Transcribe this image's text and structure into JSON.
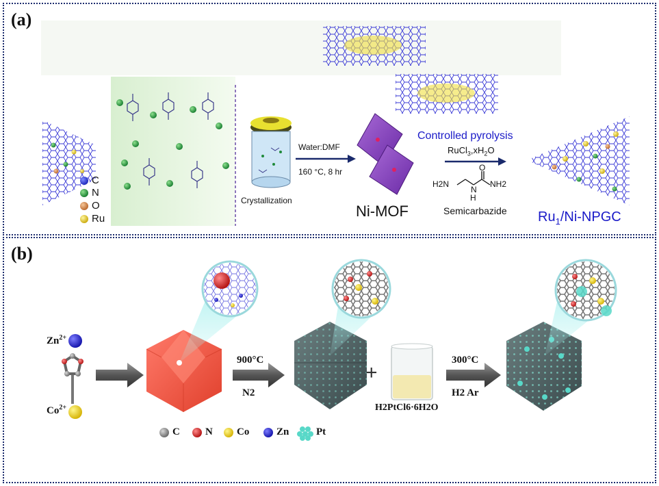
{
  "panel_a": {
    "letter": "(a)",
    "legend": [
      {
        "label": "C",
        "color": "#1a2fd6"
      },
      {
        "label": "N",
        "color": "#1f8a3a"
      },
      {
        "label": "O",
        "color": "#d9824a"
      },
      {
        "label": "Ru",
        "color": "#e8d21a"
      }
    ],
    "crystallization": "Crystallization",
    "step1_top": "Water:DMF",
    "step1_bottom": "160 °C, 8 hr",
    "ni_mof": "Ni-MOF",
    "controlled_pyrolysis": "Controlled pyrolysis",
    "reagent": "RuCl3,xH2O",
    "reagent_main": "RuCl",
    "reagent_sub": "3",
    "reagent_rest": ",xH",
    "reagent_sub2": "2",
    "reagent_end": "O",
    "semicarbazide": "Semicarbazide",
    "product_main": "Ru",
    "product_sub": "1",
    "product_rest": "/Ni-NPGC",
    "sc_h2n": "H2N",
    "sc_o": "O",
    "sc_nh2": "NH2",
    "sc_h": "H",
    "sc_n": "N",
    "sc_h_lower": "H"
  },
  "panel_b": {
    "letter": "(b)",
    "zn_label": "Zn",
    "zn_charge": "2+",
    "co_label": "Co",
    "co_charge": "2+",
    "step1_top": "900°C",
    "step1_bottom": "N2",
    "plus": "+",
    "beaker_label": "H2PtCl6·6H2O",
    "step2_top": "300°C",
    "step2_bottom": "H2 Ar",
    "legend": [
      {
        "label": "C",
        "color": "#8a8a8a"
      },
      {
        "label": "N",
        "color": "#d01818"
      },
      {
        "label": "Co",
        "color": "#f0dc30"
      },
      {
        "label": "Zn",
        "color": "#2a2ac8"
      },
      {
        "label": "Pt",
        "color": "#58d8c8"
      }
    ]
  }
}
